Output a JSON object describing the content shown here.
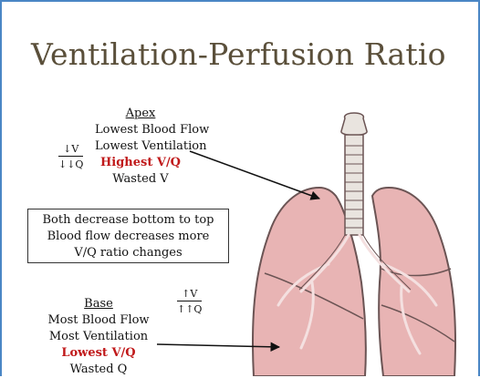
{
  "title": "Ventilation-Perfusion Ratio",
  "apex": {
    "heading": "Apex",
    "line1": "Lowest Blood Flow",
    "line2": "Lowest Ventilation",
    "highlight": "Highest V/Q",
    "line3": "Wasted V"
  },
  "apex_ratio": {
    "numerator": "↓V",
    "denominator": "↓↓Q"
  },
  "note": {
    "line1": "Both decrease bottom to top",
    "line2": "Blood flow decreases more",
    "line3": "V/Q ratio changes"
  },
  "base": {
    "heading": "Base",
    "line1": "Most Blood Flow",
    "line2": "Most Ventilation",
    "highlight": "Lowest V/Q",
    "line3": "Wasted Q"
  },
  "base_ratio": {
    "numerator": "↑V",
    "denominator": "↑↑Q"
  },
  "colors": {
    "frame": "#4a86c5",
    "title": "#5a4f3a",
    "highlight": "#c0191a",
    "lung_fill": "#e8b4b4",
    "lung_stroke": "#6b5454",
    "trachea_fill": "#e9e4df"
  }
}
